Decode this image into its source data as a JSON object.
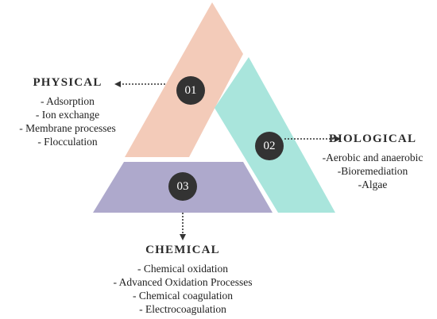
{
  "segments": [
    {
      "number": "01",
      "color": "#f3cbb9"
    },
    {
      "number": "02",
      "color": "#a9e5dc"
    },
    {
      "number": "03",
      "color": "#aea9cc"
    }
  ],
  "circle_color": "#333333",
  "physical": {
    "title": "PHYSICAL",
    "items": [
      "- Adsorption",
      "- Ion exchange",
      "- Membrane processes",
      "- Flocculation"
    ]
  },
  "biological": {
    "title": "BIOLOGICAL",
    "items": [
      "-Aerobic and anaerobic",
      "-Bioremediation",
      "-Algae"
    ]
  },
  "chemical": {
    "title": "CHEMICAL",
    "items": [
      "- Chemical oxidation",
      "- Advanced Oxidation Processes",
      "- Chemical coagulation",
      "- Electrocoagulation"
    ]
  }
}
